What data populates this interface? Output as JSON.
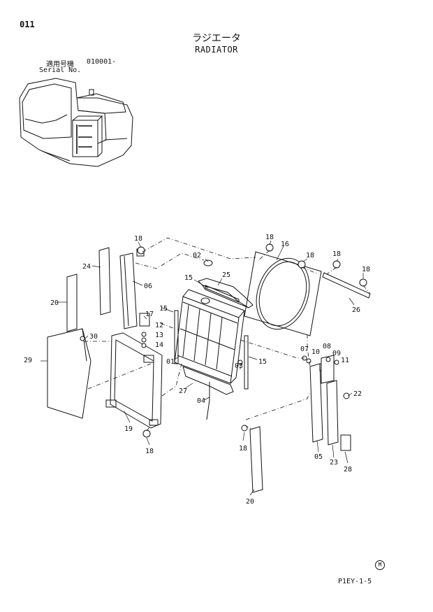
{
  "header": {
    "page_code": "011",
    "title_jp": "ラジエータ",
    "title_en": "RADIATOR",
    "serial_label_jp": "適用号機",
    "serial_number": "010001-",
    "serial_label_en": "Serial No."
  },
  "footer": {
    "mark": "M",
    "code": "P1EY-1-5"
  },
  "parts": {
    "p18a": "18",
    "p18b": "18",
    "p18c": "18",
    "p18d": "18",
    "p18e": "18",
    "p18f": "18",
    "p18g": "18",
    "p16": "16",
    "p02": "02",
    "p25": "25",
    "p26": "26",
    "p24": "24",
    "p06": "06",
    "p15a": "15",
    "p15b": "15",
    "p15c": "15",
    "p20a": "20",
    "p20b": "20",
    "p17": "17",
    "p12": "12",
    "p13": "13",
    "p14": "14",
    "p30": "30",
    "p29": "29",
    "p01": "01",
    "p03": "03",
    "p27": "27",
    "p04": "04",
    "p19": "19",
    "p07": "07",
    "p10": "10",
    "p08": "08",
    "p09": "09",
    "p11": "11",
    "p22": "22",
    "p05": "05",
    "p23": "23",
    "p28": "28"
  }
}
